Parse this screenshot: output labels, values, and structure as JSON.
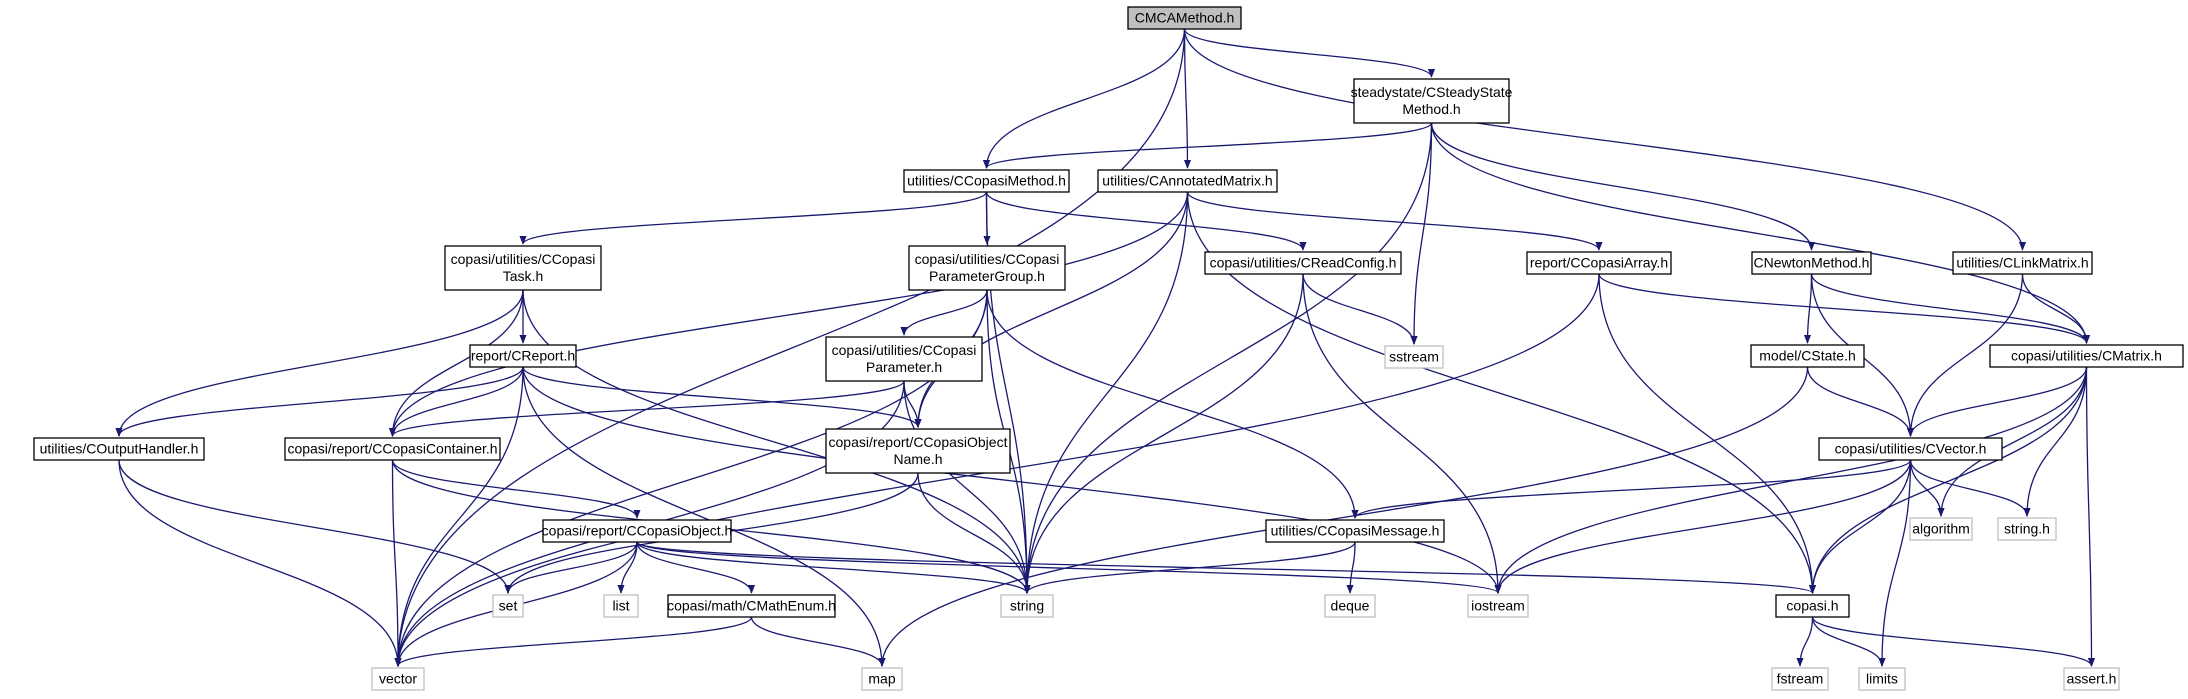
{
  "graph": {
    "root": "CMCAMethod.h",
    "nodes": [
      {
        "id": "cmca",
        "lines": [
          "CMCAMethod.h"
        ],
        "kind": "root"
      },
      {
        "id": "steady",
        "lines": [
          "steadystate/CSteadyState",
          "Method.h"
        ],
        "kind": "file"
      },
      {
        "id": "cmethod",
        "lines": [
          "utilities/CCopasiMethod.h"
        ],
        "kind": "file"
      },
      {
        "id": "cannot",
        "lines": [
          "utilities/CAnnotatedMatrix.h"
        ],
        "kind": "file"
      },
      {
        "id": "task",
        "lines": [
          "copasi/utilities/CCopasi",
          "Task.h"
        ],
        "kind": "file"
      },
      {
        "id": "pgroup",
        "lines": [
          "copasi/utilities/CCopasi",
          "ParameterGroup.h"
        ],
        "kind": "file"
      },
      {
        "id": "readcfg",
        "lines": [
          "copasi/utilities/CReadConfig.h"
        ],
        "kind": "file"
      },
      {
        "id": "carray",
        "lines": [
          "report/CCopasiArray.h"
        ],
        "kind": "file"
      },
      {
        "id": "newton",
        "lines": [
          "CNewtonMethod.h"
        ],
        "kind": "file"
      },
      {
        "id": "link",
        "lines": [
          "utilities/CLinkMatrix.h"
        ],
        "kind": "file"
      },
      {
        "id": "sstream",
        "lines": [
          "sstream"
        ],
        "kind": "ext"
      },
      {
        "id": "param",
        "lines": [
          "copasi/utilities/CCopasi",
          "Parameter.h"
        ],
        "kind": "file"
      },
      {
        "id": "creport",
        "lines": [
          "report/CReport.h"
        ],
        "kind": "file"
      },
      {
        "id": "cmatrix",
        "lines": [
          "copasi/utilities/CMatrix.h"
        ],
        "kind": "file"
      },
      {
        "id": "cstate",
        "lines": [
          "model/CState.h"
        ],
        "kind": "file"
      },
      {
        "id": "output",
        "lines": [
          "utilities/COutputHandler.h"
        ],
        "kind": "file"
      },
      {
        "id": "container",
        "lines": [
          "copasi/report/CCopasiContainer.h"
        ],
        "kind": "file"
      },
      {
        "id": "objname",
        "lines": [
          "copasi/report/CCopasiObject",
          "Name.h"
        ],
        "kind": "file"
      },
      {
        "id": "cvector",
        "lines": [
          "copasi/utilities/CVector.h"
        ],
        "kind": "file"
      },
      {
        "id": "message",
        "lines": [
          "utilities/CCopasiMessage.h"
        ],
        "kind": "file"
      },
      {
        "id": "algorithm",
        "lines": [
          "algorithm"
        ],
        "kind": "ext"
      },
      {
        "id": "stringh",
        "lines": [
          "string.h"
        ],
        "kind": "ext"
      },
      {
        "id": "object",
        "lines": [
          "copasi/report/CCopasiObject.h"
        ],
        "kind": "file"
      },
      {
        "id": "set",
        "lines": [
          "set"
        ],
        "kind": "ext"
      },
      {
        "id": "list",
        "lines": [
          "list"
        ],
        "kind": "ext"
      },
      {
        "id": "mathenum",
        "lines": [
          "copasi/math/CMathEnum.h"
        ],
        "kind": "file"
      },
      {
        "id": "string",
        "lines": [
          "string"
        ],
        "kind": "ext"
      },
      {
        "id": "deque",
        "lines": [
          "deque"
        ],
        "kind": "ext"
      },
      {
        "id": "iostream",
        "lines": [
          "iostream"
        ],
        "kind": "ext"
      },
      {
        "id": "copasih",
        "lines": [
          "copasi.h"
        ],
        "kind": "file"
      },
      {
        "id": "vector",
        "lines": [
          "vector"
        ],
        "kind": "ext"
      },
      {
        "id": "map",
        "lines": [
          "map"
        ],
        "kind": "ext"
      },
      {
        "id": "fstream",
        "lines": [
          "fstream"
        ],
        "kind": "ext"
      },
      {
        "id": "limits",
        "lines": [
          "limits"
        ],
        "kind": "ext"
      },
      {
        "id": "asserth",
        "lines": [
          "assert.h"
        ],
        "kind": "ext"
      }
    ],
    "edges": [
      [
        "cmca",
        "vector"
      ],
      [
        "cmca",
        "cmethod"
      ],
      [
        "cmca",
        "cannot"
      ],
      [
        "cmca",
        "steady"
      ],
      [
        "cmca",
        "link"
      ],
      [
        "steady",
        "cmethod"
      ],
      [
        "steady",
        "sstream"
      ],
      [
        "steady",
        "string"
      ],
      [
        "steady",
        "newton"
      ],
      [
        "steady",
        "cmatrix"
      ],
      [
        "cmethod",
        "task"
      ],
      [
        "cmethod",
        "pgroup"
      ],
      [
        "cmethod",
        "readcfg"
      ],
      [
        "cmethod",
        "string"
      ],
      [
        "cannot",
        "container"
      ],
      [
        "cannot",
        "objname"
      ],
      [
        "cannot",
        "string"
      ],
      [
        "cannot",
        "carray"
      ],
      [
        "cannot",
        "copasih"
      ],
      [
        "task",
        "creport"
      ],
      [
        "task",
        "output"
      ],
      [
        "task",
        "container"
      ],
      [
        "task",
        "string"
      ],
      [
        "pgroup",
        "param"
      ],
      [
        "pgroup",
        "objname"
      ],
      [
        "pgroup",
        "message"
      ],
      [
        "pgroup",
        "vector"
      ],
      [
        "pgroup",
        "string"
      ],
      [
        "readcfg",
        "sstream"
      ],
      [
        "readcfg",
        "string"
      ],
      [
        "readcfg",
        "iostream"
      ],
      [
        "carray",
        "cmatrix"
      ],
      [
        "carray",
        "copasih"
      ],
      [
        "carray",
        "vector"
      ],
      [
        "newton",
        "cstate"
      ],
      [
        "newton",
        "cvector"
      ],
      [
        "newton",
        "cmatrix"
      ],
      [
        "link",
        "cmatrix"
      ],
      [
        "link",
        "cvector"
      ],
      [
        "param",
        "objname"
      ],
      [
        "param",
        "container"
      ],
      [
        "param",
        "vector"
      ],
      [
        "param",
        "string"
      ],
      [
        "creport",
        "output"
      ],
      [
        "creport",
        "container"
      ],
      [
        "creport",
        "objname"
      ],
      [
        "creport",
        "vector"
      ],
      [
        "creport",
        "iostream"
      ],
      [
        "creport",
        "map"
      ],
      [
        "cmatrix",
        "cvector"
      ],
      [
        "cmatrix",
        "algorithm"
      ],
      [
        "cmatrix",
        "stringh"
      ],
      [
        "cmatrix",
        "iostream"
      ],
      [
        "cmatrix",
        "copasih"
      ],
      [
        "cmatrix",
        "asserth"
      ],
      [
        "cstate",
        "cvector"
      ],
      [
        "cstate",
        "map"
      ],
      [
        "output",
        "set"
      ],
      [
        "output",
        "vector"
      ],
      [
        "container",
        "object"
      ],
      [
        "container",
        "vector"
      ],
      [
        "container",
        "string"
      ],
      [
        "objname",
        "set"
      ],
      [
        "objname",
        "string"
      ],
      [
        "cvector",
        "message"
      ],
      [
        "cvector",
        "algorithm"
      ],
      [
        "cvector",
        "stringh"
      ],
      [
        "cvector",
        "iostream"
      ],
      [
        "cvector",
        "copasih"
      ],
      [
        "cvector",
        "limits"
      ],
      [
        "message",
        "string"
      ],
      [
        "message",
        "deque"
      ],
      [
        "object",
        "set"
      ],
      [
        "object",
        "list"
      ],
      [
        "object",
        "mathenum"
      ],
      [
        "object",
        "string"
      ],
      [
        "object",
        "vector"
      ],
      [
        "object",
        "iostream"
      ],
      [
        "object",
        "copasih"
      ],
      [
        "mathenum",
        "vector"
      ],
      [
        "mathenum",
        "map"
      ],
      [
        "copasih",
        "fstream"
      ],
      [
        "copasih",
        "limits"
      ],
      [
        "copasih",
        "asserth"
      ]
    ]
  }
}
